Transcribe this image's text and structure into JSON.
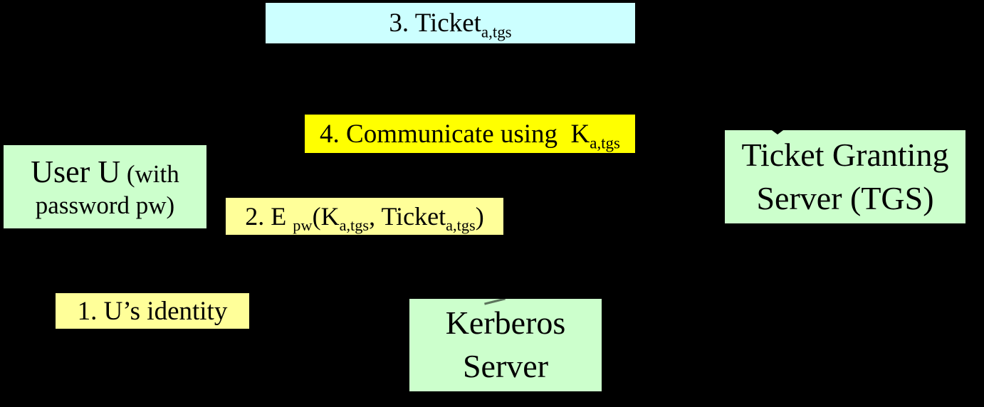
{
  "colors": {
    "background": "#000000",
    "entity_fill": "#CCFFCC",
    "message_fill": "#FFFF99",
    "highlight_fill": "#FFFF00",
    "ticket_fill": "#CCFFFF",
    "text": "#000000"
  },
  "nodes": {
    "user": {
      "name": "User U",
      "with_line1": " (with",
      "with_line2": "password pw)"
    },
    "tgs": {
      "line1": "Ticket Granting",
      "line2": "Server (TGS)"
    },
    "kerberos": {
      "line1": "Kerberos",
      "line2": "Server"
    }
  },
  "messages": {
    "msg1": {
      "text": "1. U’s identity"
    },
    "msg2": {
      "p1": "2. E ",
      "sub1": "pw",
      "p2": "(K",
      "sub2": "a,tgs",
      "p3": ", Ticket",
      "sub3": "a,tgs",
      "p4": ")"
    },
    "msg3": {
      "p1": "3. Ticket",
      "sub1": "a,tgs"
    },
    "msg4": {
      "p1": "4. Communicate using  K",
      "sub1": "a,tgs"
    }
  }
}
